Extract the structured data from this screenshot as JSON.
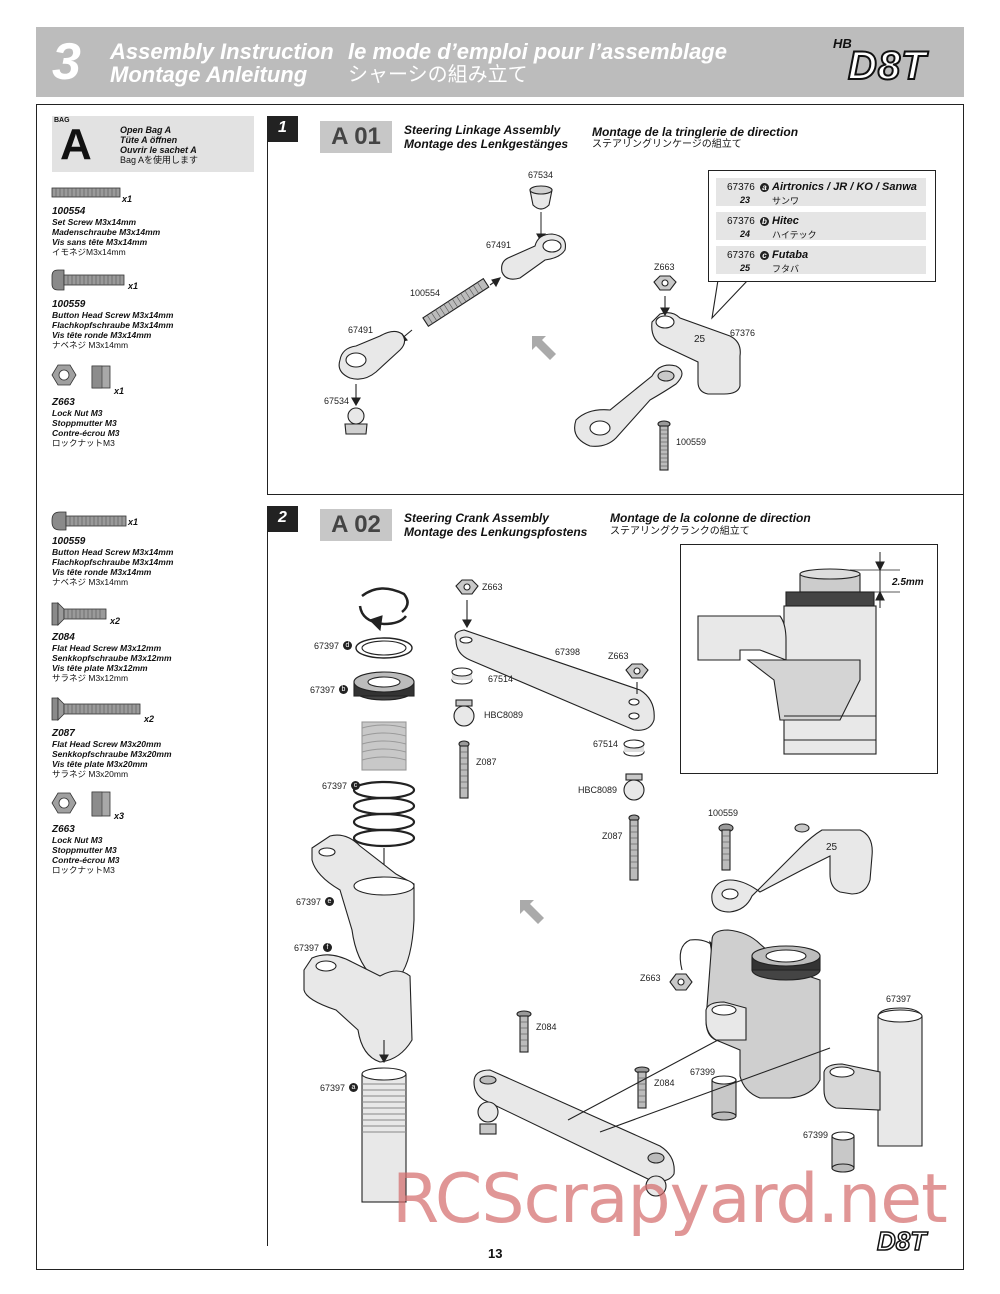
{
  "header": {
    "step_number": "3",
    "title_en": "Assembly Instruction",
    "title_fr": "le mode d’emploi pour l’assemblage",
    "title_de": "Montage Anleitung",
    "title_jp": "シャーシの組み立て",
    "logo_prefix": "HB",
    "logo": "D8T"
  },
  "bag": {
    "tag": "BAG",
    "letter": "A",
    "lines": [
      "Open Bag A",
      "Tüte A öffnen",
      "Ouvrir le sachet A"
    ],
    "jp": "Bag Aを使用します"
  },
  "parts_step1": [
    {
      "qty": "x1",
      "number": "100554",
      "desc": [
        "Set Screw M3x14mm",
        "Madenschraube M3x14mm",
        "Vis sans tête M3x14mm"
      ],
      "jp": "イモネジM3x14mm"
    },
    {
      "qty": "x1",
      "number": "100559",
      "desc": [
        "Button Head Screw M3x14mm",
        "Flachkopfschraube M3x14mm",
        "Vis tête ronde M3x14mm"
      ],
      "jp": "ナベネジ M3x14mm"
    },
    {
      "qty": "x1",
      "number": "Z663",
      "desc": [
        "Lock Nut M3",
        "Stoppmutter M3",
        "Contre-écrou M3"
      ],
      "jp": "ロックナットM3"
    }
  ],
  "parts_step2": [
    {
      "qty": "x1",
      "number": "100559",
      "desc": [
        "Button Head Screw M3x14mm",
        "Flachkopfschraube M3x14mm",
        "Vis tête ronde M3x14mm"
      ],
      "jp": "ナベネジ M3x14mm"
    },
    {
      "qty": "x2",
      "number": "Z084",
      "desc": [
        "Flat Head Screw M3x12mm",
        "Senkkopfschraube M3x12mm",
        "Vis tête plate M3x12mm"
      ],
      "jp": "サラネジ M3x12mm"
    },
    {
      "qty": "x2",
      "number": "Z087",
      "desc": [
        "Flat Head Screw M3x20mm",
        "Senkkopfschraube M3x20mm",
        "Vis tête plate M3x20mm"
      ],
      "jp": "サラネジ M3x20mm"
    },
    {
      "qty": "x3",
      "number": "Z663",
      "desc": [
        "Lock Nut M3",
        "Stoppmutter M3",
        "Contre-écrou M3"
      ],
      "jp": "ロックナットM3"
    }
  ],
  "step1": {
    "tab": "1",
    "code": "A 01",
    "title_en": "Steering Linkage Assembly",
    "title_de": "Montage des Lenkgestänges",
    "title_fr": "Montage de la tringlerie de direction",
    "title_jp": "ステアリングリンケージの組立て",
    "labels": {
      "p67534a": "67534",
      "p67491a": "67491",
      "p100554": "100554",
      "p67491b": "67491",
      "p67534b": "67534",
      "pZ663": "Z663",
      "p67376": "67376",
      "p100559": "100559"
    },
    "callout": [
      {
        "code": "67376",
        "variant": "a",
        "name": "Airtronics / JR / KO / Sanwa",
        "sub": "23",
        "jp": "サンワ"
      },
      {
        "code": "67376",
        "variant": "b",
        "name": "Hitec",
        "sub": "24",
        "jp": "ハイテック"
      },
      {
        "code": "67376",
        "variant": "c",
        "name": "Futaba",
        "sub": "25",
        "jp": "フタバ"
      }
    ]
  },
  "step2": {
    "tab": "2",
    "code": "A 02",
    "title_en": "Steering Crank Assembly",
    "title_de": "Montage des Lenkungspfostens",
    "title_fr": "Montage de la colonne de direction",
    "title_jp": "ステアリングクランクの組立て",
    "measure": "2.5mm",
    "labels": {
      "d": "67397",
      "b": "67397",
      "c": "67397",
      "e": "67397",
      "f": "67397",
      "a": "67397",
      "z663a": "Z663",
      "p67398": "67398",
      "z663b": "Z663",
      "p67514a": "67514",
      "hbc8089a": "HBC8089",
      "z087a": "Z087",
      "p67514b": "67514",
      "hbc8089b": "HBC8089",
      "z087b": "Z087",
      "p100559": "100559",
      "z663c": "Z663",
      "z084a": "Z084",
      "z084b": "Z084",
      "p67399a": "67399",
      "p67397": "67397",
      "p67399b": "67399"
    },
    "badges": {
      "d": "d",
      "b": "b",
      "c": "c",
      "e": "e",
      "f": "f",
      "a": "a"
    }
  },
  "footer": {
    "page_number": "13",
    "logo": "D8T",
    "watermark": "RCScrapyard.net"
  }
}
